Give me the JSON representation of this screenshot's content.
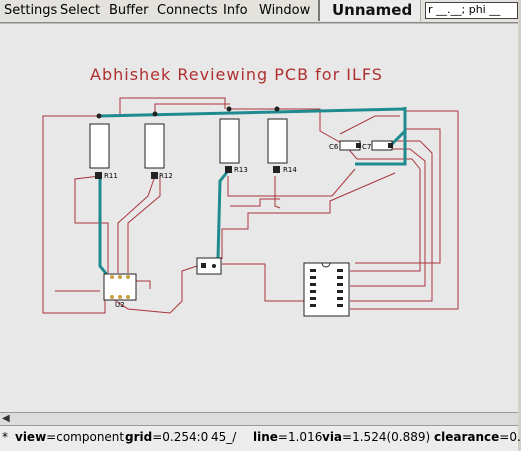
{
  "menu": {
    "items": [
      "Settings",
      "Select",
      "Buffer",
      "Connects",
      "Info",
      "Window"
    ]
  },
  "window_title": "Unnamed",
  "coord_field": "r __.__; phi __",
  "board": {
    "title": "Abhishek Reviewing PCB for ILFS",
    "components": {
      "r11": "R11",
      "r12": "R12",
      "r13": "R13",
      "r14": "R14",
      "c6": "C6",
      "c7": "C7",
      "u2": "U2"
    }
  },
  "status": {
    "prefix": "*",
    "view_label": "view",
    "view_value": "component",
    "grid_label": "grid",
    "grid_value": "0.254:0",
    "angle_value": "45_/",
    "line_label": "line",
    "line_value": "1.016",
    "via_label": "via",
    "via_value": "1.524(0.889)",
    "clearance_label": "clearance",
    "clearance_value": "0."
  },
  "colors": {
    "trace_red": "#a8343a",
    "trace_teal": "#1f8a8f",
    "title_red": "#b03030"
  }
}
